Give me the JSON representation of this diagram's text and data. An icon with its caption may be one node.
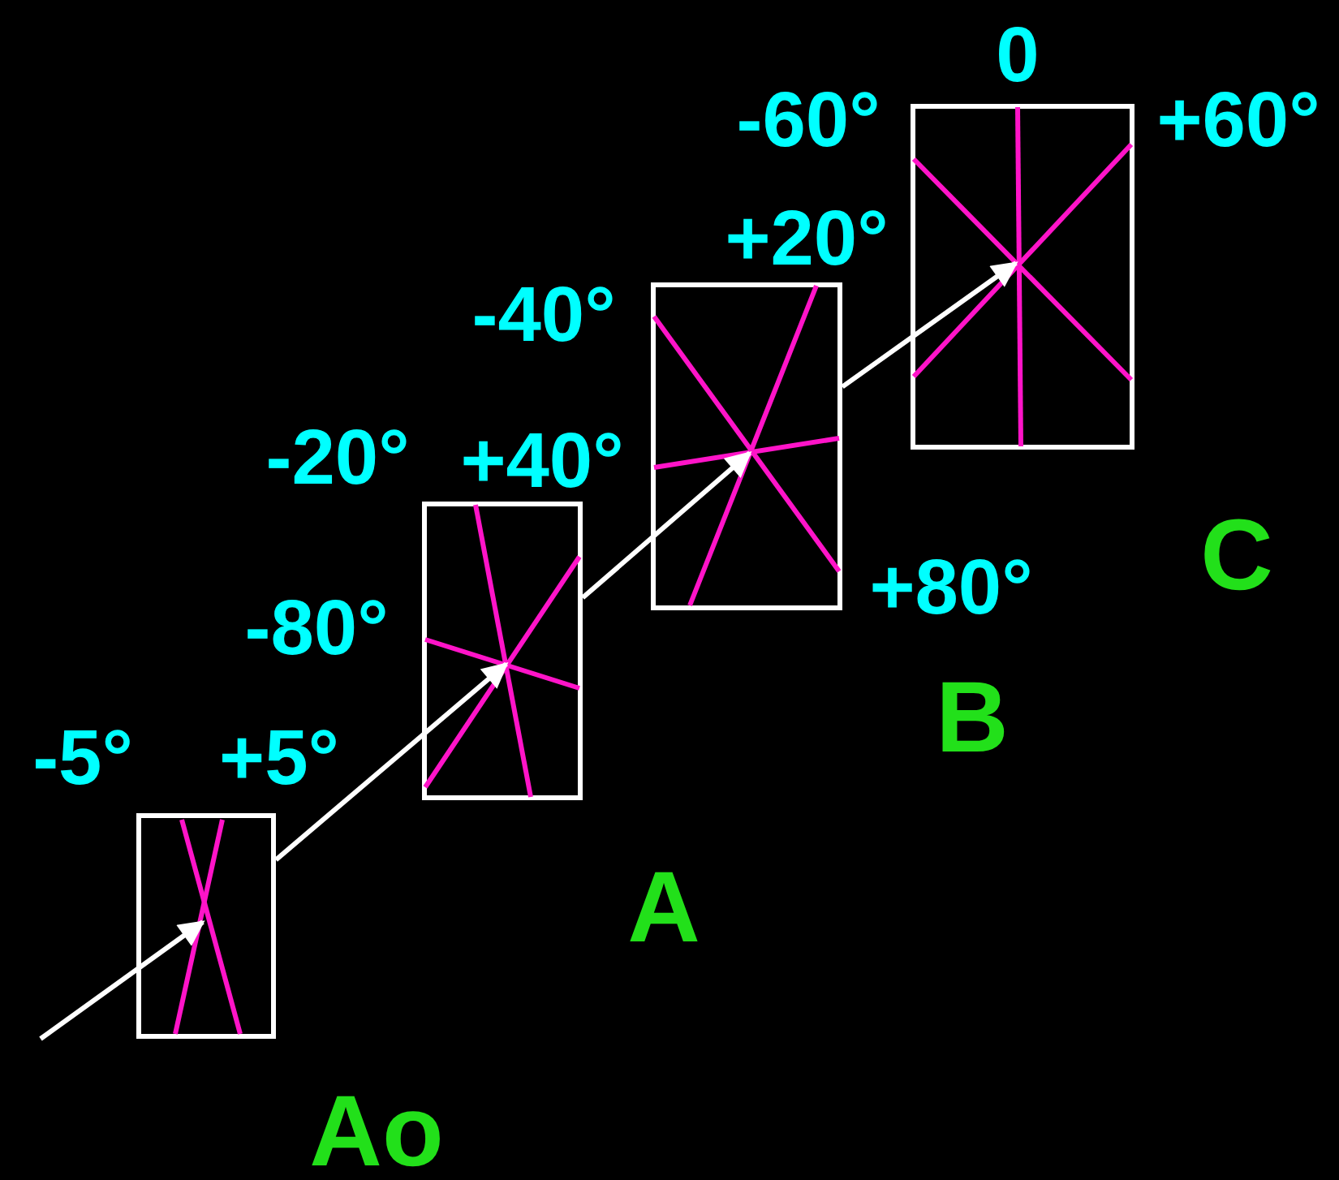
{
  "diagram": {
    "nodes": [
      {
        "text": [],
        "shape": "box"
      },
      {
        "text": [],
        "shape": "box"
      },
      {
        "text": [],
        "shape": "box"
      },
      {
        "text": [],
        "shape": "box"
      }
    ],
    "edges": [
      {
        "from": null,
        "to": 0,
        "arrow": "to"
      },
      {
        "from": 0,
        "to": 1,
        "arrow": "to"
      },
      {
        "from": 1,
        "to": 2,
        "arrow": "to"
      },
      {
        "from": 2,
        "to": 3,
        "arrow": "to"
      }
    ],
    "labels": [
      "0",
      "-60°",
      "+60°",
      "+20°",
      "-40°",
      "-20°",
      "+40°",
      "+80°",
      "-80°",
      "C",
      "B",
      "-5°",
      "+5°",
      "A",
      "Ao"
    ]
  }
}
